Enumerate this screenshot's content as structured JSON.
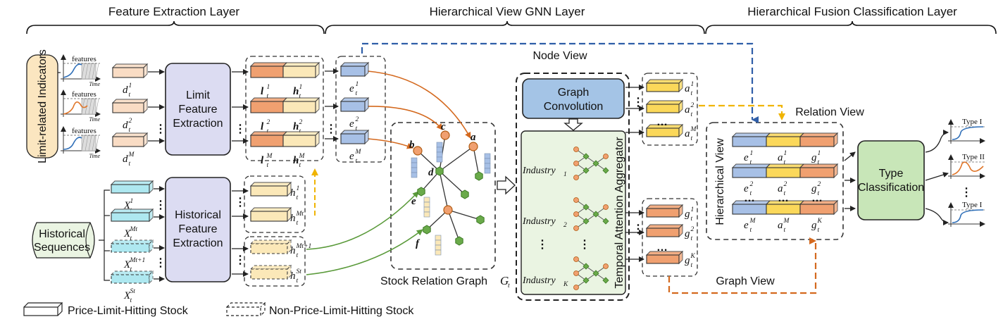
{
  "sections": {
    "feature_extraction": "Feature Extraction Layer",
    "hierarchical_view_gnn": "Hierarchical View GNN Layer",
    "hierarchical_fusion": "Hierarchical Fusion Classification Layer"
  },
  "inputs": {
    "limit_related_indicators": "Limit-related Indicators",
    "historical_sequences_line1": "Historical",
    "historical_sequences_line2": "Sequences",
    "chart_feature_label": "features",
    "chart_time_label": "Time"
  },
  "modules": {
    "limit_feature_extraction": [
      "Limit",
      "Feature",
      "Extraction"
    ],
    "historical_feature_extraction": [
      "Historical",
      "Feature",
      "Extraction"
    ],
    "graph_convolution": [
      "Graph",
      "Convolution"
    ],
    "temporal_attention_aggregator": "Temporal Attention Aggregator",
    "type_classification": [
      "Type",
      "Classification"
    ]
  },
  "views": {
    "node_view": "Node View",
    "relation_view": "Relation View",
    "graph_view": "Graph View",
    "hierarchical_view": "Hierarchical View"
  },
  "graph": {
    "label": "Stock Relation Graph",
    "symbol": "G",
    "symbol_sub": "t",
    "nodes": [
      "b",
      "c",
      "a",
      "d",
      "e",
      "f"
    ]
  },
  "industries": [
    {
      "name": "Industry",
      "sub": "1"
    },
    {
      "name": "Industry",
      "sub": "2"
    },
    {
      "name": "Industry",
      "sub": "K"
    }
  ],
  "outputs": {
    "type_labels": [
      "Type I",
      "Type II",
      "Type I"
    ]
  },
  "legend": {
    "solid": "Price-Limit-Hitting Stock",
    "dashed": "Non-Price-Limit-Hitting Stock"
  },
  "ellipsis": "⋮",
  "dots": "…",
  "colors": {
    "peach": "#f9dcc4",
    "cyan": "#aee8f0",
    "orange": "#f0a070",
    "cream": "#fbe8b8",
    "blue": "#a7c0e6",
    "yellow": "#fbd85a",
    "module_purple": "#dcdcf2",
    "graph_conv_blue": "#a4c4e6",
    "type_green": "#c8e6b8",
    "aggregator_green": "#eaf4e2",
    "input_tan": "#fbe6c0",
    "orange_arrow": "#d4691e",
    "green_arrow": "#5a9a3a",
    "blue_dashed": "#2f5ea8",
    "yellow_dashed": "#f0b400"
  }
}
